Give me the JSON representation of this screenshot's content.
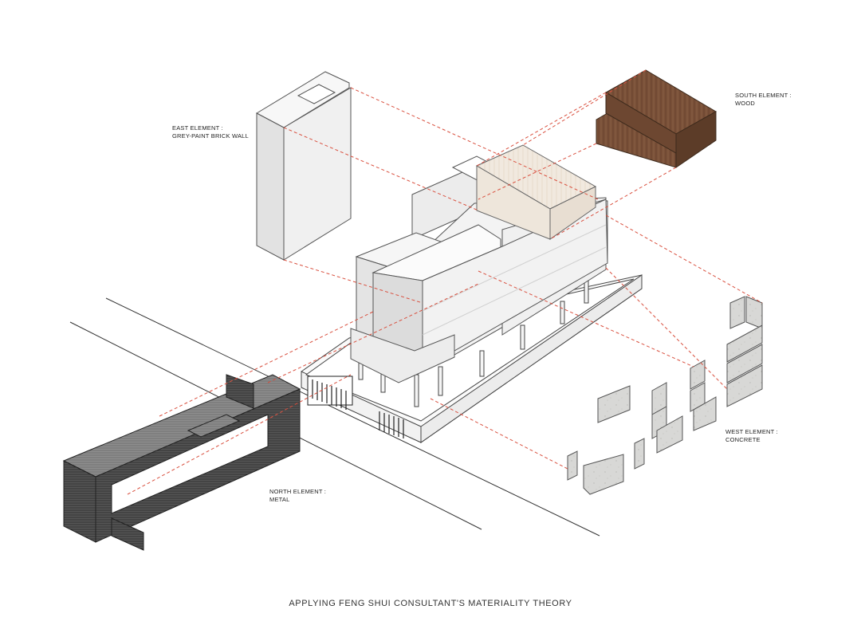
{
  "labels": {
    "east": {
      "title": "EAST ELEMENT :",
      "material": "GREY-PAINT BRICK WALL"
    },
    "south": {
      "title": "SOUTH ELEMENT :",
      "material": "WOOD"
    },
    "west": {
      "title": "WEST ELEMENT :",
      "material": "CONCRETE"
    },
    "north": {
      "title": "NORTH ELEMENT :",
      "material": "METAL"
    }
  },
  "caption": "APPLYING FENG SHUI CONSULTANT'S MATERIALITY THEORY",
  "colors": {
    "leader_line": "#d9503f",
    "wood_dark": "#7a5138",
    "wood_light": "#efe6dc",
    "metal": "#4a4a4a",
    "concrete": "#d6d6d4",
    "outline": "#444444"
  }
}
